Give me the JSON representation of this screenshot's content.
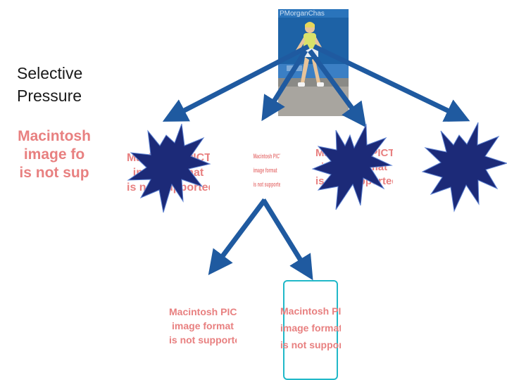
{
  "title_lines": [
    "Selective",
    "Pressure"
  ],
  "pict_text": [
    "Macintosh PICT",
    "image format",
    "is not supported"
  ],
  "pict_text_large_cropped": [
    "Macintosh",
    "image fo",
    "is not sup"
  ],
  "photo_banner_text": "PMorganChas",
  "colors": {
    "arrow": "#1f5aa0",
    "arrow_edge": "#3f7fc8",
    "starburst": "#1c2a78",
    "placeholder_text": "#e88080",
    "frame_border": "#20b8c8",
    "photo_background": "#1c64a8"
  },
  "icons": [
    "tennis-player-photo",
    "starburst-icon",
    "down-arrow-icon"
  ]
}
